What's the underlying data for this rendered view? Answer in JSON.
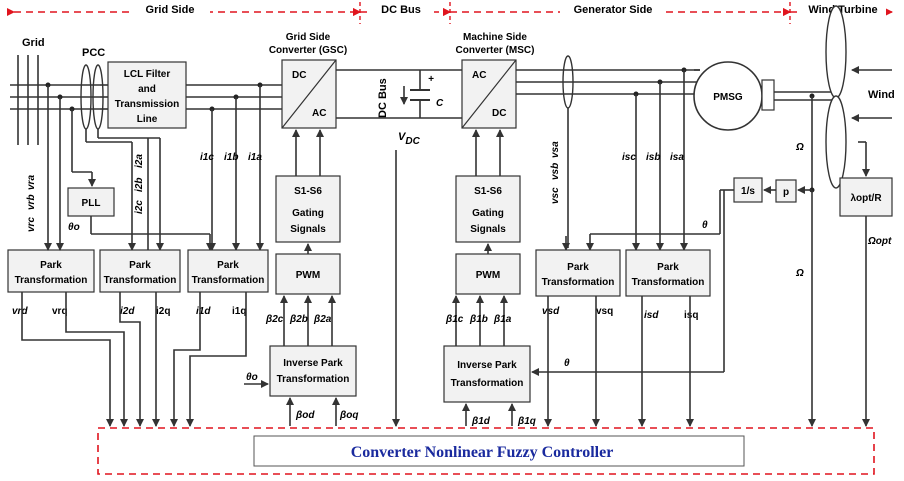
{
  "sections": {
    "grid_side": "Grid Side",
    "dc_bus": "DC Bus",
    "generator_side": "Generator Side",
    "wind_turbine": "Wind Turbine"
  },
  "labels": {
    "grid": "Grid",
    "pcc": "PCC",
    "pll": "PLL",
    "lcl_filter": [
      "LCL Filter",
      "and",
      "Transmission",
      "Line"
    ],
    "gsc_title": [
      "Grid Side",
      "Converter (GSC)"
    ],
    "msc_title": [
      "Machine Side",
      "Converter (MSC)"
    ],
    "gsc_dc": "DC",
    "gsc_ac": "AC",
    "msc_ac": "AC",
    "msc_dc": "DC",
    "dc_bus_label": "DC Bus",
    "cap_c": "C",
    "cap_plus": "+",
    "cap_minus": "-",
    "vdc": "V",
    "vdc_sub": "DC",
    "pmsg": "PMSG",
    "wind": "Wind",
    "omega_top": "Ω",
    "omega_mid": "Ω",
    "integrator": "1/s",
    "pole_pairs": "p",
    "lambda_block": "λopt/R",
    "omega_opt": "Ωopt",
    "theta_right": "θ",
    "theta_msc": "θ",
    "theta_o_pll": "θo",
    "theta_o_inv": "θo"
  },
  "blocks": {
    "gating_gsc": [
      "S1-S6",
      "Gating",
      "Signals"
    ],
    "gating_msc": [
      "S1-S6",
      "Gating",
      "Signals"
    ],
    "pwm_gsc": "PWM",
    "pwm_msc": "PWM",
    "park": [
      "Park",
      "Transformation"
    ],
    "inverse_park": [
      "Inverse Park",
      "Transformation"
    ]
  },
  "signals": {
    "grid_v": [
      "vra",
      "vrb",
      "vrc"
    ],
    "grid_i2": [
      "i2a",
      "i2b",
      "i2c"
    ],
    "gsc_i1": [
      "i1c",
      "i1b",
      "i1a"
    ],
    "msc_v": [
      "vsa",
      "vsb",
      "vsc"
    ],
    "msc_i": [
      "isc",
      "isb",
      "isa"
    ],
    "park1_out": [
      "vrd",
      "vrq"
    ],
    "park2_out": [
      "i2d",
      "i2q"
    ],
    "park3_out": [
      "i1d",
      "i1q"
    ],
    "park4_out": [
      "vsd",
      "vsq"
    ],
    "park5_out": [
      "isd",
      "isq"
    ],
    "beta_gsc": [
      "β2c",
      "β2b",
      "β2a"
    ],
    "beta_gsc_in": [
      "βod",
      "βoq"
    ],
    "beta_msc": [
      "β1c",
      "β1b",
      "β1a"
    ],
    "beta_msc_in": [
      "β1d",
      "β1q"
    ]
  },
  "controller": "Converter Nonlinear Fuzzy Controller",
  "colors": {
    "section_dash": "#e0141e",
    "controller_text": "#1a2a9e",
    "block_fill": "#f2f2f2"
  }
}
